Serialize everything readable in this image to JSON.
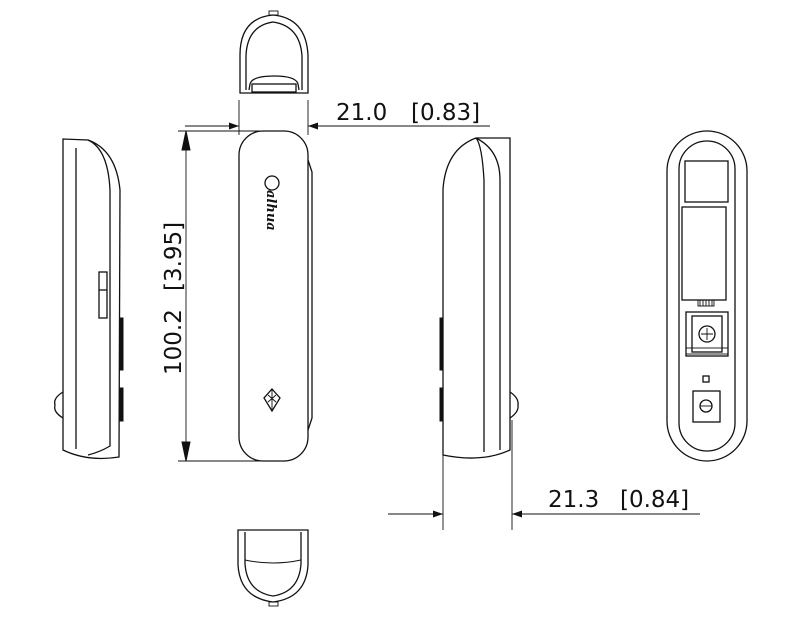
{
  "drawing": {
    "dimensions": {
      "top_width": {
        "value": "21.0",
        "inch": "[0.83]"
      },
      "height": {
        "value": "100.2",
        "inch": "[3.95]"
      },
      "bottom_depth": {
        "value": "21.3",
        "inch": "[0.84]"
      }
    },
    "logo_text": "alhua"
  }
}
